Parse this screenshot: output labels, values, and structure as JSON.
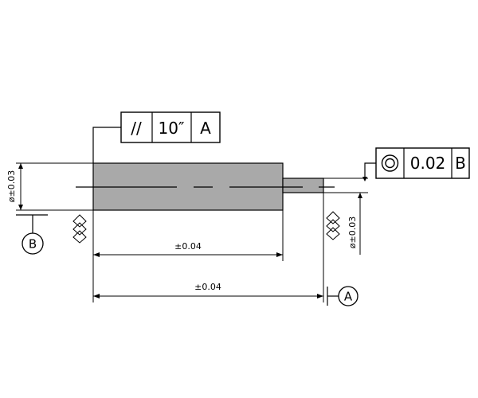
{
  "colors": {
    "part_fill": "#a9a9a9",
    "line": "#000000",
    "background": "#ffffff"
  },
  "feature_control_frames": {
    "parallelism": {
      "symbol": "//",
      "tolerance": "10″",
      "datum": "A"
    },
    "concentricity": {
      "symbol_icon": "concentricity-icon",
      "tolerance": "0.02",
      "datum": "B"
    }
  },
  "dimensions": {
    "left_diameter": "ø±0.03",
    "right_diameter": "ø±0.03",
    "body_length": "±0.04",
    "overall_length": "±0.04"
  },
  "datums": {
    "b": "B",
    "a": "A"
  },
  "surface_symbol_icon": "surface-finish-icon"
}
